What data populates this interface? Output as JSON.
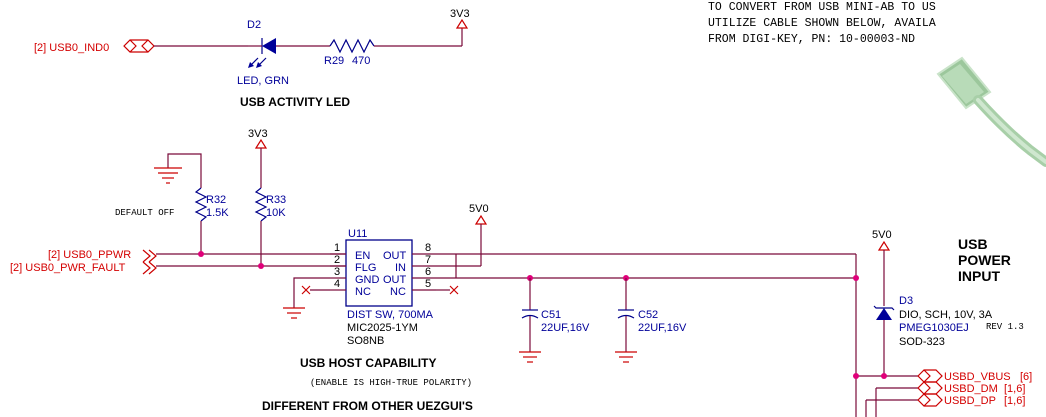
{
  "notes": {
    "line1": "TO CONVERT FROM USB MINI-AB TO US",
    "line2": "UTILIZE CABLE SHOWN BELOW, AVAILA",
    "line3": "FROM DIGI-KEY, PN: 10-00003-ND"
  },
  "led_section": {
    "net_label": "[2] USB0_IND0",
    "diode_ref": "D2",
    "diode_value": "LED, GRN",
    "resistor_ref": "R29",
    "resistor_value": "470",
    "rail": "3V3",
    "title": "USB ACTIVITY LED"
  },
  "host_section": {
    "rail_3v3": "3V3",
    "rail_5v0": "5V0",
    "r32_ref": "R32",
    "r32_value": "1.5K",
    "r33_ref": "R33",
    "r33_value": "10K",
    "default_note": "DEFAULT OFF",
    "net_ppwr": "[2] USB0_PPWR",
    "net_fault": "[2] USB0_PWR_FAULT",
    "ic_ref": "U11",
    "ic_pins_left": [
      "EN",
      "FLG",
      "GND",
      "NC"
    ],
    "ic_pins_right": [
      "OUT",
      "IN",
      "OUT",
      "NC"
    ],
    "pin_nums_left": [
      "1",
      "2",
      "3",
      "4"
    ],
    "pin_nums_right": [
      "8",
      "7",
      "6",
      "5"
    ],
    "ic_desc": "DIST SW, 700MA",
    "ic_part": "MIC2025-1YM",
    "ic_pkg": "SO8NB",
    "c51_ref": "C51",
    "c51_value": "22UF,16V",
    "c52_ref": "C52",
    "c52_value": "22UF,16V",
    "title": "USB HOST CAPABILITY",
    "subnote": "(ENABLE IS HIGH-TRUE POLARITY)",
    "title2": "DIFFERENT FROM OTHER UEZGUI'S"
  },
  "power_section": {
    "rail": "5V0",
    "title_l1": "USB",
    "title_l2": "POWER",
    "title_l3": "INPUT",
    "d3_ref": "D3",
    "d3_desc": "DIO, SCH, 10V, 3A",
    "d3_part": "PMEG1030EJ",
    "d3_rev": "REV 1.3",
    "d3_pkg": "SOD-323",
    "net_vbus": "USBD_VBUS",
    "net_vbus_ref": "[6]",
    "net_dm": "USBD_DM",
    "net_dm_ref": "[1,6]",
    "net_dp": "USBD_DP",
    "net_dp_ref": "[1,6]"
  },
  "colors": {
    "net": "#d40000",
    "component": "#000099",
    "wire": "#7a0a3a",
    "junction": "#e0007a"
  }
}
